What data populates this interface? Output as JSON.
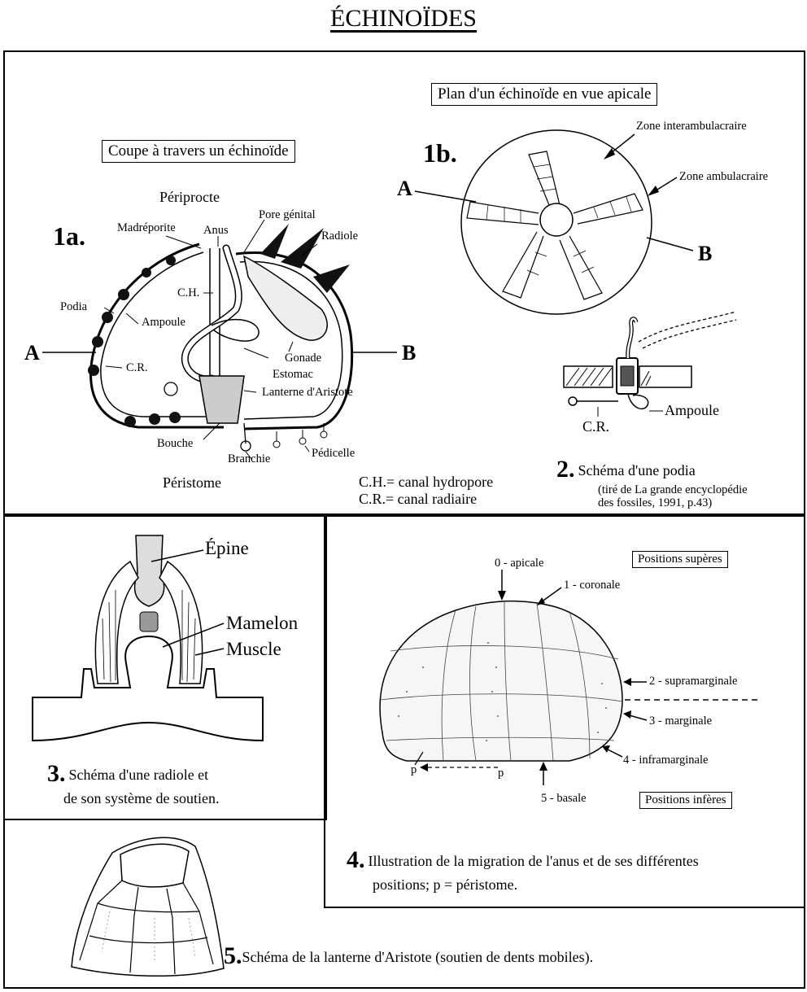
{
  "title": "ÉCHINOÏDES",
  "fig1a": {
    "box_label": "Coupe à travers un échinoïde",
    "number": "1a.",
    "labels": {
      "periprocte": "Périprocte",
      "peristome": "Péristome",
      "madreporite": "Madréporite",
      "anus": "Anus",
      "pore_genital": "Pore génital",
      "radiole": "Radiole",
      "ch": "C.H.",
      "podia": "Podia",
      "ampoule": "Ampoule",
      "cr": "C.R.",
      "gonade": "Gonade",
      "estomac": "Estomac",
      "lanterne": "Lanterne d'Aristote",
      "bouche": "Bouche",
      "branchie": "Branchie",
      "pedicelle": "Pédicelle",
      "a": "A",
      "b": "B"
    },
    "legend": [
      "C.H.= canal hydropore",
      "C.R.= canal radiaire"
    ]
  },
  "fig1b": {
    "box_label": "Plan d'un échinoïde en vue apicale",
    "number": "1b.",
    "labels": {
      "interamb": "Zone interambulacraire",
      "amb": "Zone ambulacraire",
      "a": "A",
      "b": "B"
    }
  },
  "fig2": {
    "number": "2.",
    "caption": "Schéma d'une podia",
    "source_line1": "(tiré de La grande encyclopédie",
    "source_line2": "des fossiles, 1991, p.43)",
    "labels": {
      "ampoule": "Ampoule",
      "cr": "C.R."
    }
  },
  "fig3": {
    "number": "3.",
    "caption_line1": "Schéma d'une radiole et",
    "caption_line2": "de son système de soutien.",
    "labels": {
      "epine": "Épine",
      "mamelon": "Mamelon",
      "muscle": "Muscle"
    }
  },
  "fig4": {
    "number": "4.",
    "caption_line1": "Illustration de la migration de l'anus et de ses différentes",
    "caption_line2": "positions; p = péristome.",
    "box_superes": "Positions supères",
    "box_inferes": "Positions infères",
    "positions": {
      "p0": "0 - apicale",
      "p1": "1 - coronale",
      "p2": "2 - supramarginale",
      "p3": "3 - marginale",
      "p4": "4 - inframarginale",
      "p5": "5 - basale"
    },
    "p_left": "p",
    "p_right": "p"
  },
  "fig5": {
    "number": "5.",
    "caption": "Schéma de la lanterne d'Aristote (soutien de dents mobiles)."
  }
}
